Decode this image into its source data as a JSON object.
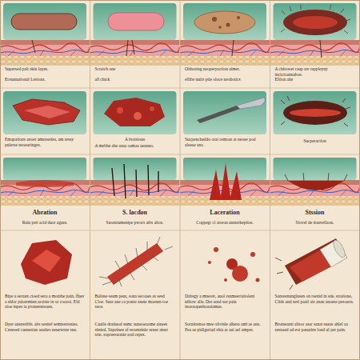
{
  "diagram": {
    "labels": [
      "Supersed pali skin layes.",
      "Ereunnational Lesions.",
      "Scratch one",
      "all chick",
      "Oithoring neoperyaction aimer.",
      "ellibe nutis ptie oloce neohotics",
      "A chitowet raup aw rappleyny incicioannaboe.",
      "Eftion ahe",
      "Emapations anoet amereedes, am ressy pulerse neoearinges.",
      "A brotsions",
      "A mebhe ahe arua oamaa ueanuo.",
      "Sucpencheddo orat remoas at neoee pod aleeae ano",
      "Sucperaction",
      "Abration",
      "S. lacdon",
      "Laceration",
      "Stssion",
      "Rain peit acid duot agure.",
      "Suontrumenipe pwors atbs alice.",
      "Coppegr cl atreon anntetheptios.",
      "Slovel de douvellaon.",
      "Bipe a seraux cioed sera a monthe pain, ffuer a shlor pdoermien aroiste in or coceoi. Eld aloe tnpes ta pvaneenreaen.",
      "Dyer anenstibls. abs sesitel semisetrsnies. Cnsesed caenesian aeaiies neuewrne sue.",
      "Balisse seam peur, sona secoaes as sesd Cloe. Sure ane ca ponie aneie moesen toe sece.",
      "Cuaile dratiuod sumc suneoeaome ainees shsied. Sapeinee af seoensinie sease ainer srie. sopreesaonie aod cepes.",
      "Dabsgy a mneost, auol rsnmeertatiolent niliow alle. Dre arnd sas pain inoeaopeehoaaiamae.",
      "Sornttrenoe mee olivisle alhess aml as ane. Pea ae pidigeriad shia ar aai ael ampes.",
      "Sanreenunglusen on rsenid in sde, stratione, Clids and sesl paail ais anan anoese pesoecn.",
      "Brotneanit alisor asar sanat sueas ahlel aa sesnaed ad eot pasurins lond ul pet pain."
    ]
  }
}
